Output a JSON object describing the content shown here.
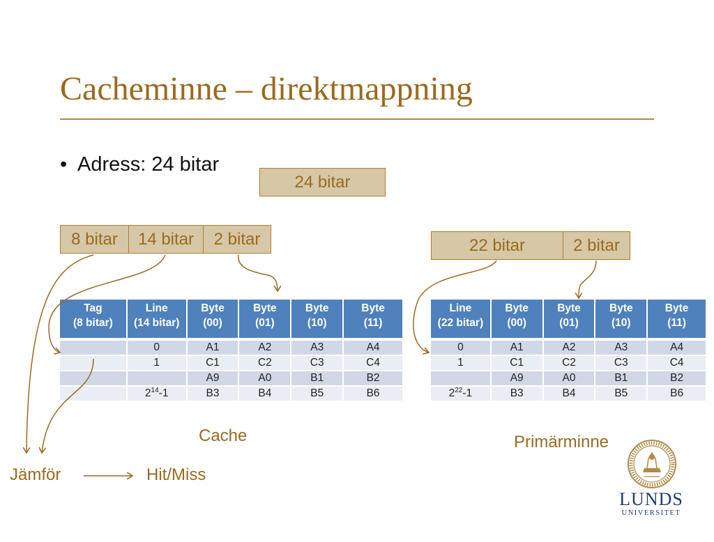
{
  "slide": {
    "title": "Cacheminne – direktmappning",
    "bullet": "Adress: 24 bitar"
  },
  "address_box": "24 bitar",
  "cache_address": [
    "8 bitar",
    "14 bitar",
    "2 bitar"
  ],
  "mem_address": [
    "22 bitar",
    "2 bitar"
  ],
  "cache_table": {
    "headers": [
      [
        "Tag",
        "(8 bitar)"
      ],
      [
        "Line",
        "(14 bitar)"
      ],
      [
        "Byte",
        "(00)"
      ],
      [
        "Byte",
        "(01)"
      ],
      [
        "Byte",
        "(10)"
      ],
      [
        "Byte",
        "(11)"
      ]
    ],
    "rows": [
      [
        "",
        "0",
        "A1",
        "A2",
        "A3",
        "A4"
      ],
      [
        "",
        "1",
        "C1",
        "C2",
        "C3",
        "C4"
      ],
      [
        "",
        "",
        "A9",
        "A0",
        "B1",
        "B2"
      ],
      [
        "",
        "2^14-1",
        "B3",
        "B4",
        "B5",
        "B6"
      ]
    ]
  },
  "mem_table": {
    "headers": [
      [
        "Line",
        "(22 bitar)"
      ],
      [
        "Byte",
        "(00)"
      ],
      [
        "Byte",
        "(01)"
      ],
      [
        "Byte",
        "(10)"
      ],
      [
        "Byte",
        "(11)"
      ]
    ],
    "rows": [
      [
        "0",
        "A1",
        "A2",
        "A3",
        "A4"
      ],
      [
        "1",
        "C1",
        "C2",
        "C3",
        "C4"
      ],
      [
        "",
        "A9",
        "A0",
        "B1",
        "B2"
      ],
      [
        "2^22-1",
        "B3",
        "B4",
        "B5",
        "B6"
      ]
    ]
  },
  "labels": {
    "cache": "Cache",
    "primary": "Primärminne",
    "compare": "Jämför",
    "hitmiss": "Hit/Miss"
  },
  "logo": {
    "line1": "LUNDS",
    "line2": "UNIVERSITET",
    "seal_text": "SIGILLUM UNIVERSITATIS CAROLINAE LUNDENSIS"
  },
  "colors": {
    "accent": "#9a6a1f",
    "box_fill": "#d6c8a6",
    "table_header": "#4f81bd",
    "row_dark": "#d0d8e8",
    "row_light": "#e9edf4",
    "logo": "#1f3b70"
  }
}
